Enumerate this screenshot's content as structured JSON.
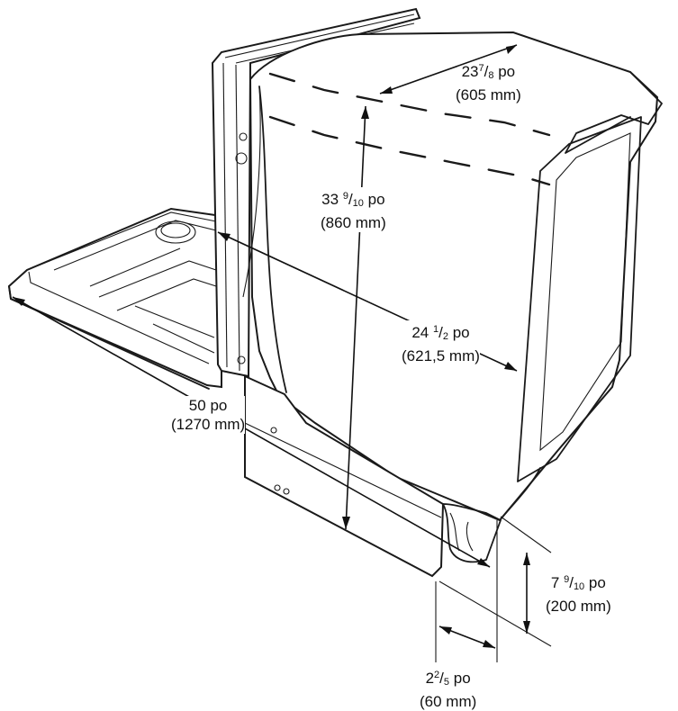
{
  "dimensions": {
    "depth": {
      "whole": "23",
      "num": "7",
      "den": "8",
      "unit": "po",
      "metric": "(605 mm)"
    },
    "height": {
      "whole": "33",
      "num": "9",
      "den": "10",
      "unit": "po",
      "metric": "(860 mm)"
    },
    "width_diag": {
      "whole": "24",
      "num": "1",
      "den": "2",
      "unit": "po",
      "metric": "(621,5 mm)"
    },
    "door_open": {
      "whole": "50",
      "unit": "po",
      "metric": "(1270 mm)"
    },
    "toe_height": {
      "whole": "7",
      "num": "9",
      "den": "10",
      "unit": "po",
      "metric": "(200 mm)"
    },
    "toe_depth": {
      "whole": "2",
      "num": "2",
      "den": "5",
      "unit": "po",
      "metric": "(60 mm)"
    }
  },
  "colors": {
    "line": "#1a1a1a",
    "background": "#ffffff"
  }
}
